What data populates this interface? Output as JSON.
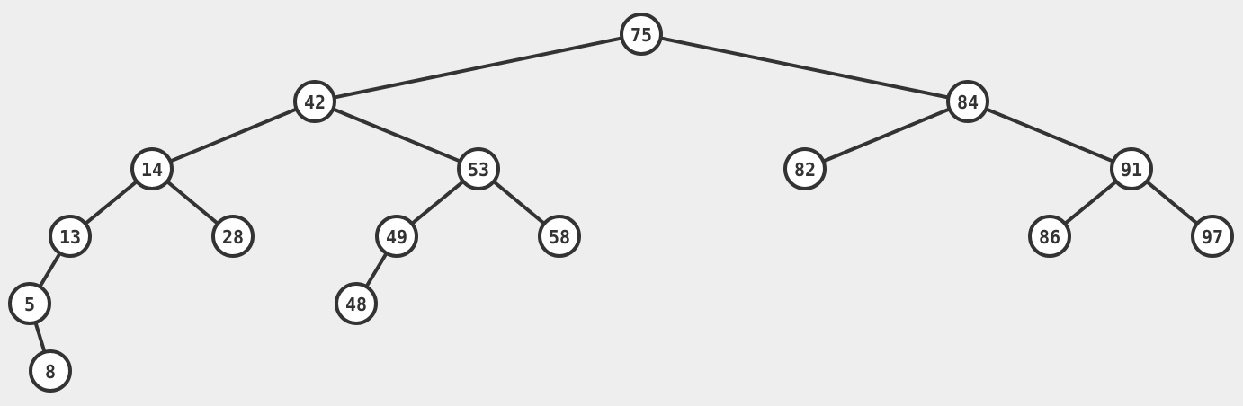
{
  "tree": {
    "root": "75",
    "nodes": [
      {
        "id": "75",
        "label": "75",
        "left": "42",
        "right": "84"
      },
      {
        "id": "42",
        "label": "42",
        "left": "14",
        "right": "53"
      },
      {
        "id": "84",
        "label": "84",
        "left": "82",
        "right": "91"
      },
      {
        "id": "14",
        "label": "14",
        "left": "13",
        "right": "28"
      },
      {
        "id": "53",
        "label": "53",
        "left": "49",
        "right": "58"
      },
      {
        "id": "82",
        "label": "82",
        "left": null,
        "right": null
      },
      {
        "id": "91",
        "label": "91",
        "left": "86",
        "right": "97"
      },
      {
        "id": "13",
        "label": "13",
        "left": "5",
        "right": null
      },
      {
        "id": "28",
        "label": "28",
        "left": null,
        "right": null
      },
      {
        "id": "49",
        "label": "49",
        "left": "48",
        "right": null
      },
      {
        "id": "58",
        "label": "58",
        "left": null,
        "right": null
      },
      {
        "id": "86",
        "label": "86",
        "left": null,
        "right": null
      },
      {
        "id": "97",
        "label": "97",
        "left": null,
        "right": null
      },
      {
        "id": "5",
        "label": "5",
        "left": null,
        "right": "8"
      },
      {
        "id": "48",
        "label": "48",
        "left": null,
        "right": null
      },
      {
        "id": "8",
        "label": "8",
        "left": null,
        "right": null
      }
    ]
  },
  "colors": {
    "background": "#eeeeee",
    "node_fill": "#ffffff",
    "stroke": "#333333",
    "text": "#333333"
  }
}
